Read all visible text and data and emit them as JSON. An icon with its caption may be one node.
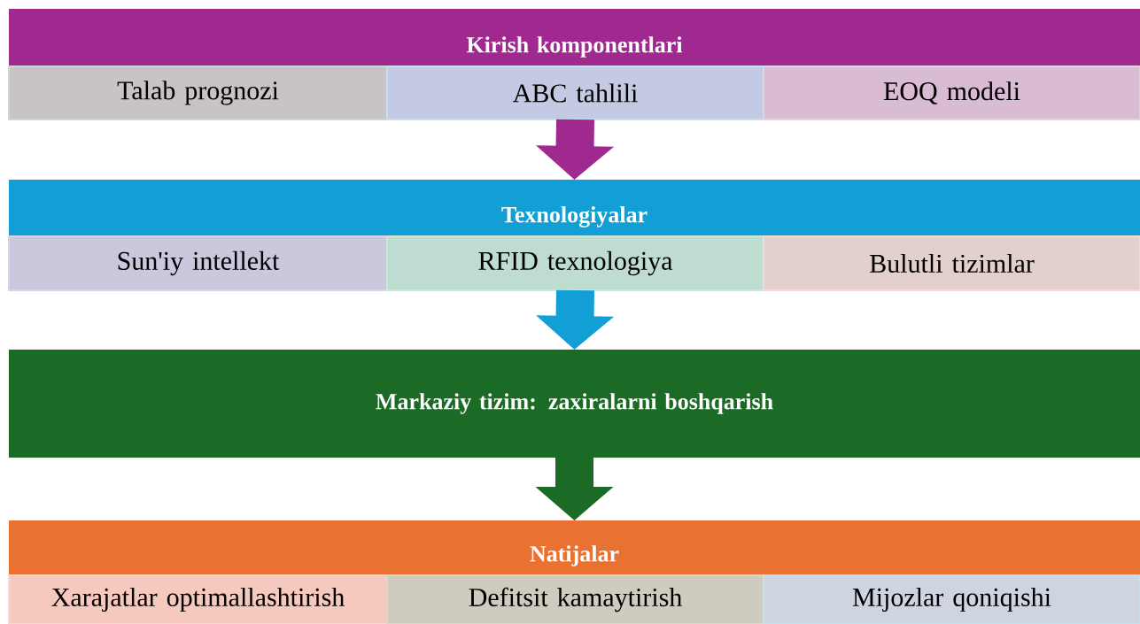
{
  "diagram": {
    "nodes": [
      {
        "text": [
          "Kirish komponentlari"
        ]
      },
      {
        "text": [
          "Talab prognozi"
        ]
      },
      {
        "text": [
          "ABC tahlili"
        ]
      },
      {
        "text": [
          "EOQ modeli"
        ]
      },
      {
        "text": [
          "Texnologiyalar"
        ]
      },
      {
        "text": [
          "Sun'iy intellekt"
        ]
      },
      {
        "text": [
          "RFID texnologiya"
        ]
      },
      {
        "text": [
          "Bulutli tizimlar"
        ]
      },
      {
        "text": [
          "Markaziy tizim: zaxiralarni boshqarish"
        ]
      },
      {
        "text": [
          "Natijalar"
        ]
      },
      {
        "text": [
          "Xarajatlar optimallashtirish"
        ]
      },
      {
        "text": [
          "Defitsit kamaytirish"
        ]
      },
      {
        "text": [
          "Mijozlar qoniqishi"
        ]
      }
    ],
    "edges": [
      {
        "from": 2,
        "to": 4,
        "arrow": "to",
        "color": "#a0298f"
      },
      {
        "from": 6,
        "to": 8,
        "arrow": "to",
        "color": "#129fd6"
      },
      {
        "from": 8,
        "to": 9,
        "arrow": "to",
        "color": "#1b6b26"
      }
    ]
  }
}
